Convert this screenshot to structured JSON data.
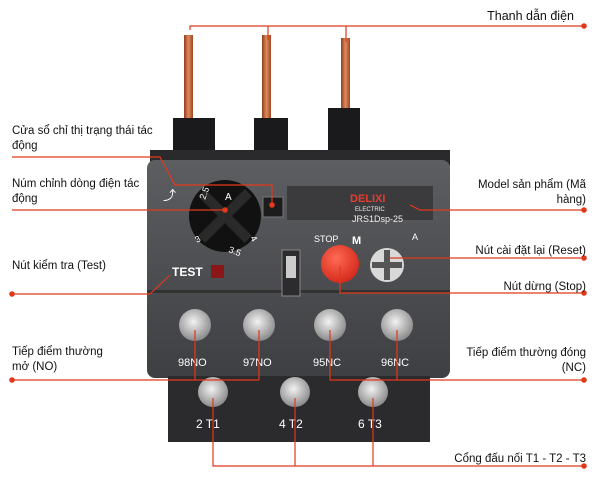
{
  "device": {
    "brand": "DELIXI",
    "brand_sub": "ELECTRIC",
    "model": "JRS1Dsp-25",
    "dial_values": [
      "2.5",
      "4",
      "3.5",
      "3"
    ],
    "dial_mark": "A",
    "stop_label": "STOP",
    "mode_label": "M",
    "mode_label_right": "A",
    "test_label": "TEST",
    "terminals_top": [
      "98NO",
      "97NO",
      "95NC",
      "96NC"
    ],
    "terminals_bottom": [
      "2 T1",
      "4 T2",
      "6 T3"
    ]
  },
  "labels": {
    "busbar": "Thanh dẫn điện",
    "indicator": "Cửa sổ chỉ thị trạng thái tác động",
    "dial": "Núm chỉnh dòng điện tác động",
    "test": "Nút kiểm tra (Test)",
    "no_contact": "Tiếp điểm thường mở (NO)",
    "model": "Model sản phẩm (Mã hàng)",
    "reset": "Nút cài đặt lại (Reset)",
    "stop": "Nút dừng (Stop)",
    "nc_contact": "Tiếp điểm thường đóng (NC)",
    "ports": "Cổng đấu nối T1 - T2 - T3"
  },
  "colors": {
    "leader": "#e2381b",
    "body": "#4a4a4c",
    "copper": "#c0603a",
    "stop_button": "#e8352a"
  }
}
